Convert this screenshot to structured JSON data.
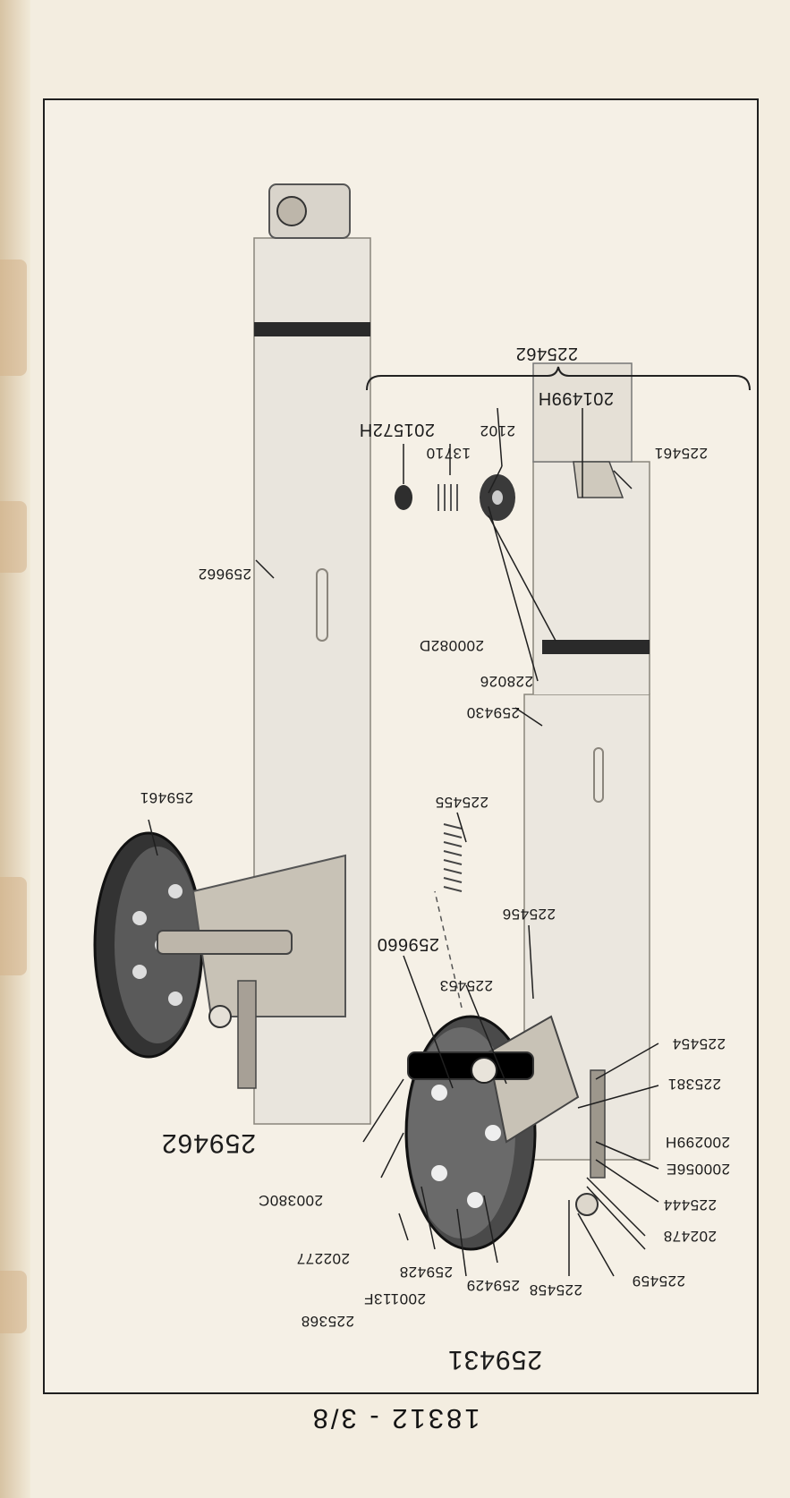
{
  "page": {
    "bottom_label": "18312 - 3/8"
  },
  "labels": {
    "assembly_left": "259462",
    "assembly_right": "259431",
    "bracket_group": "225462",
    "part_259662": "259662",
    "part_259461": "259461",
    "part_225461": "225461",
    "part_201499H": "201499H",
    "part_201572H": "201572H",
    "part_13710": "13710",
    "part_2102": "2102",
    "part_200082D": "200082D",
    "part_228026": "228026",
    "part_259430": "259430",
    "part_225455": "225455",
    "part_225456": "225456",
    "part_259660": "259660",
    "part_225453": "225453",
    "part_225454": "225454",
    "part_225381": "225381",
    "part_200299H": "200299H",
    "part_200056E": "200056E",
    "part_225444": "225444",
    "part_202478": "202478",
    "part_225459": "225459",
    "part_225458": "225458",
    "part_259429": "259429",
    "part_259428": "259428",
    "part_200113F": "200113F",
    "part_225368": "225368",
    "part_202277": "202277",
    "part_200380C": "200380C"
  },
  "colors": {
    "paper": "#f3ede0",
    "ink": "#1b1b1b",
    "metal_dark": "#2b2b2b",
    "metal_light": "#d9d4cb"
  },
  "icons": [
    "presser-bar-assembly-photo",
    "tension-disc-assembly-photo"
  ]
}
